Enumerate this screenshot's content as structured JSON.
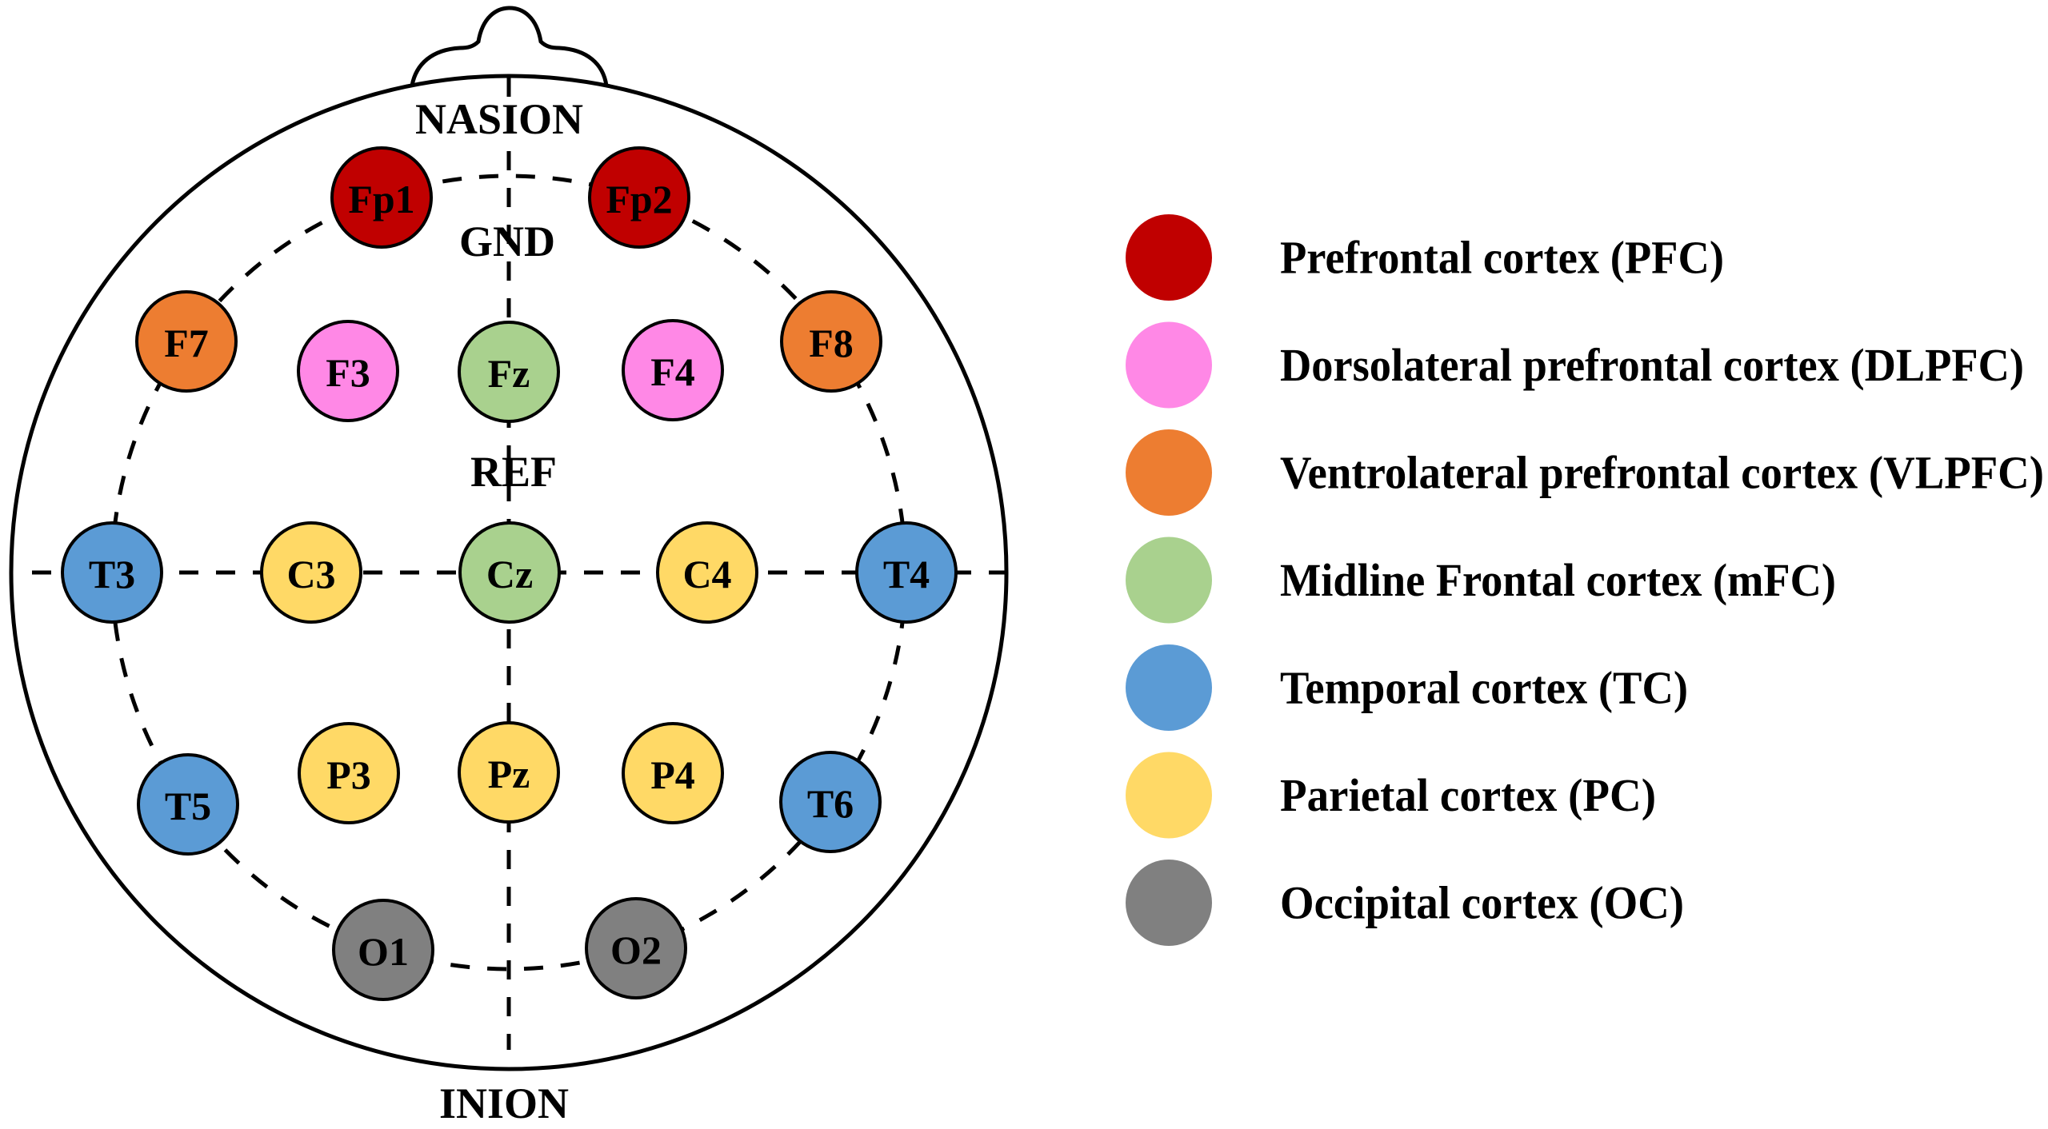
{
  "landmarks": {
    "nasion": "NASION",
    "inion": "INION",
    "ground": "GND",
    "reference": "REF"
  },
  "regions": {
    "PFC": {
      "label": "Prefrontal cortex (PFC)",
      "color": "#C00000"
    },
    "DLPFC": {
      "label": "Dorsolateral prefrontal cortex (DLPFC)",
      "color": "#FF88E6"
    },
    "VLPFC": {
      "label": "Ventrolateral prefrontal cortex (VLPFC)",
      "color": "#ED7D31"
    },
    "mFC": {
      "label": "Midline Frontal cortex (mFC)",
      "color": "#A9D18E"
    },
    "TC": {
      "label": "Temporal cortex (TC)",
      "color": "#5B9BD5"
    },
    "PC": {
      "label": "Parietal cortex (PC)",
      "color": "#FFD966"
    },
    "OC": {
      "label": "Occipital cortex (OC)",
      "color": "#808080"
    }
  },
  "legend": {
    "order": [
      "PFC",
      "DLPFC",
      "VLPFC",
      "mFC",
      "TC",
      "PC",
      "OC"
    ],
    "items": [
      {
        "label": "Prefrontal cortex (PFC)",
        "color": "#C00000"
      },
      {
        "label": "Dorsolateral prefrontal cortex (DLPFC)",
        "color": "#FF88E6"
      },
      {
        "label": "Ventrolateral prefrontal cortex (VLPFC)",
        "color": "#ED7D31"
      },
      {
        "label": "Midline Frontal cortex (mFC)",
        "color": "#A9D18E"
      },
      {
        "label": "Temporal cortex (TC)",
        "color": "#5B9BD5"
      },
      {
        "label": "Parietal cortex (PC)",
        "color": "#FFD966"
      },
      {
        "label": "Occipital cortex (OC)",
        "color": "#808080"
      }
    ]
  },
  "electrodes": [
    {
      "id": "Fp1",
      "region": "PFC"
    },
    {
      "id": "Fp2",
      "region": "PFC"
    },
    {
      "id": "F7",
      "region": "VLPFC"
    },
    {
      "id": "F3",
      "region": "DLPFC"
    },
    {
      "id": "Fz",
      "region": "mFC"
    },
    {
      "id": "F4",
      "region": "DLPFC"
    },
    {
      "id": "F8",
      "region": "VLPFC"
    },
    {
      "id": "T3",
      "region": "TC"
    },
    {
      "id": "C3",
      "region": "PC"
    },
    {
      "id": "Cz",
      "region": "mFC"
    },
    {
      "id": "C4",
      "region": "PC"
    },
    {
      "id": "T4",
      "region": "TC"
    },
    {
      "id": "T5",
      "region": "TC"
    },
    {
      "id": "P3",
      "region": "PC"
    },
    {
      "id": "Pz",
      "region": "PC"
    },
    {
      "id": "P4",
      "region": "PC"
    },
    {
      "id": "T6",
      "region": "TC"
    },
    {
      "id": "O1",
      "region": "OC"
    },
    {
      "id": "O2",
      "region": "OC"
    }
  ]
}
